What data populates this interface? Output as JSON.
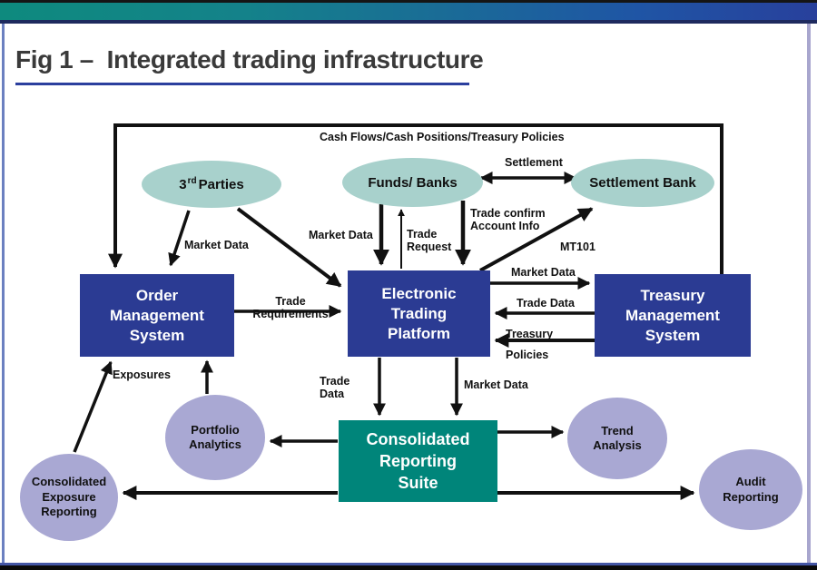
{
  "header": {
    "title": "Fig 1 –  Integrated trading infrastructure"
  },
  "nodes": {
    "order_management": {
      "label": "Order Management System"
    },
    "electronic_trading": {
      "label": "Electronic Trading Platform"
    },
    "treasury_management": {
      "label": "Treasury Management System"
    },
    "consolidated_reporting": {
      "label": "Consolidated Reporting Suite"
    },
    "third_parties": {
      "base": "3",
      "sup": "rd",
      "rest": "Parties"
    },
    "funds_banks": {
      "label": "Funds/ Banks"
    },
    "settlement_bank": {
      "label": "Settlement Bank"
    },
    "portfolio_analytics": {
      "label": "Portfolio Analytics"
    },
    "consolidated_exposure": {
      "label": "Consolidated Exposure Reporting"
    },
    "trend_analysis": {
      "label": "Trend Analysis"
    },
    "audit_reporting": {
      "label": "Audit Reporting"
    }
  },
  "edge_labels": {
    "cash_flows": "Cash Flows/Cash Positions/Treasury Policies",
    "settlement": "Settlement",
    "trade_confirm": "Trade confirm Account Info",
    "mt101": "MT101",
    "market_data_3rd_to_oms": "Market Data",
    "market_data_3rd_to_etp": "Market Data",
    "trade_request": "Trade Request",
    "trade_requirements": "Trade Requirements",
    "market_data_etp_to_tms": "Market Data",
    "trade_data_tms_to_etp": "Trade Data",
    "treasury_policies": "Treasury Policies",
    "exposures": "Exposures",
    "trade_data_etp_to_crs": "Trade Data",
    "market_data_etp_to_crs": "Market Data"
  },
  "colors": {
    "box_blue": "#2b3b93",
    "box_teal": "#00857a",
    "ellipse_teal": "#a8d1cc",
    "circle_purple": "#a9a8d3",
    "title_underline": "#2b3f9e",
    "arrow": "#111111",
    "topbar_gradient_start": "#0e8a7e",
    "topbar_gradient_end": "#28409c"
  }
}
